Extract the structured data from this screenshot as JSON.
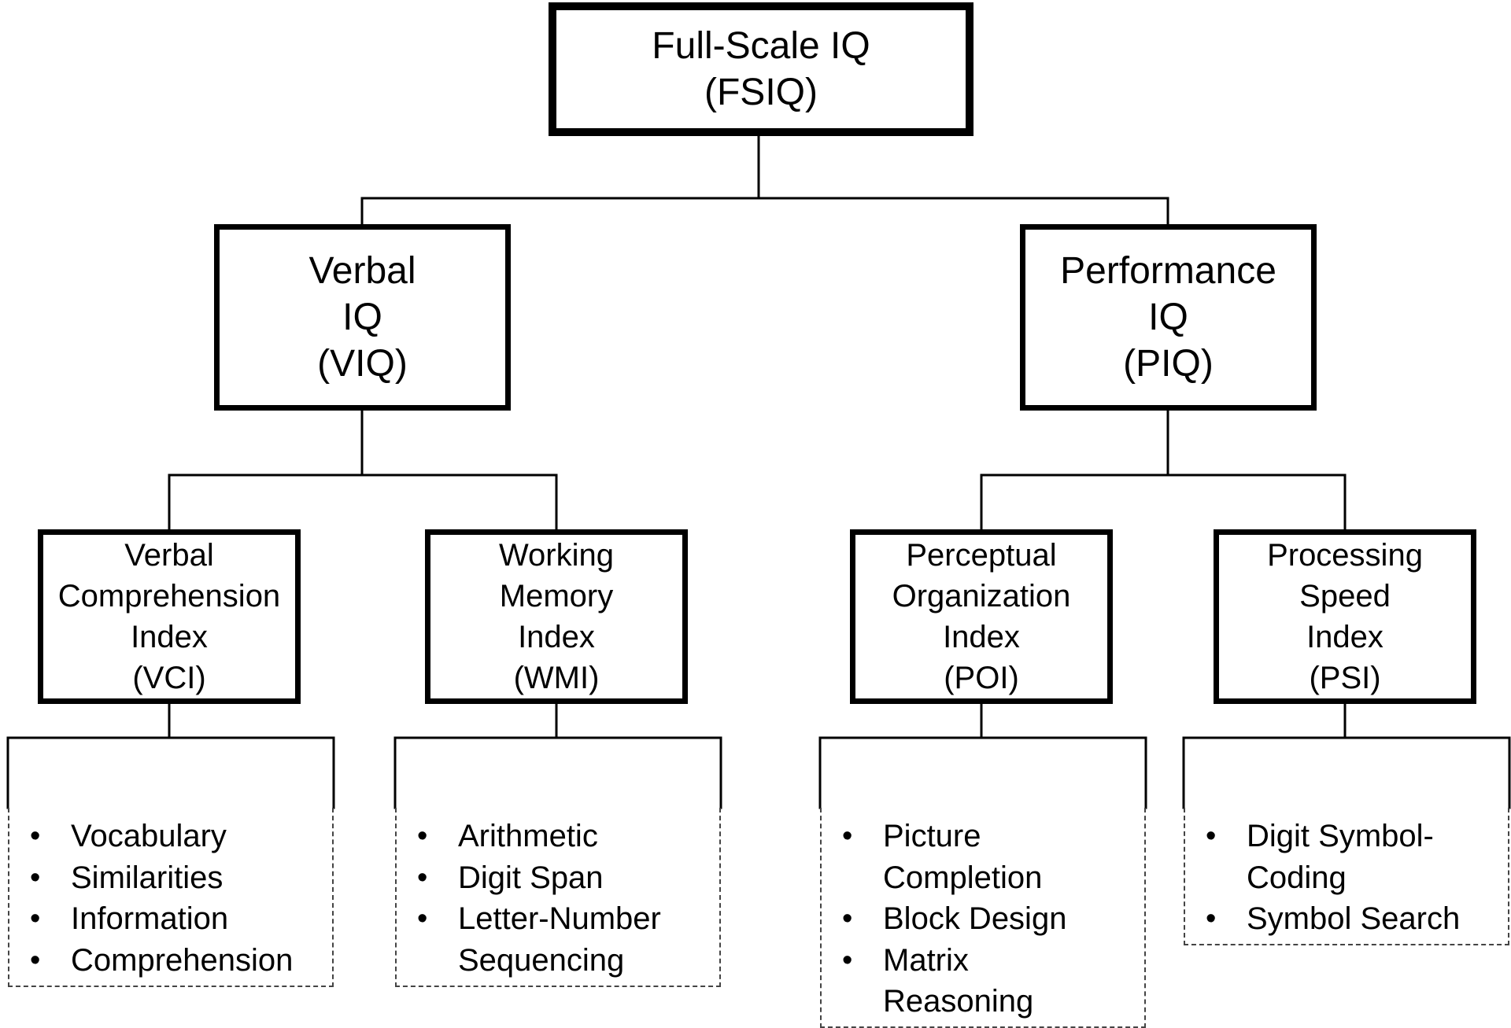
{
  "root": {
    "lines": [
      "Full-Scale IQ",
      "(FSIQ)"
    ]
  },
  "branches": [
    {
      "id": "viq",
      "lines": [
        "Verbal",
        "IQ",
        "(VIQ)"
      ],
      "indexes": [
        {
          "id": "vci",
          "lines": [
            "Verbal",
            "Comprehension",
            "Index",
            "(VCI)"
          ],
          "subtests": [
            [
              "Vocabulary"
            ],
            [
              "Similarities"
            ],
            [
              "Information"
            ],
            [
              "Comprehension"
            ]
          ]
        },
        {
          "id": "wmi",
          "lines": [
            "Working",
            "Memory",
            "Index",
            "(WMI)"
          ],
          "subtests": [
            [
              "Arithmetic"
            ],
            [
              "Digit Span"
            ],
            [
              "Letter-Number",
              "Sequencing"
            ]
          ]
        }
      ]
    },
    {
      "id": "piq",
      "lines": [
        "Performance",
        "IQ",
        "(PIQ)"
      ],
      "indexes": [
        {
          "id": "poi",
          "lines": [
            "Perceptual",
            "Organization",
            "Index",
            "(POI)"
          ],
          "subtests": [
            [
              "Picture",
              "Completion"
            ],
            [
              "Block Design"
            ],
            [
              "Matrix",
              "Reasoning"
            ]
          ]
        },
        {
          "id": "psi",
          "lines": [
            "Processing",
            "Speed",
            "Index",
            "(PSI)"
          ],
          "subtests": [
            [
              "Digit Symbol-",
              "Coding"
            ],
            [
              "Symbol Search"
            ]
          ]
        }
      ]
    }
  ]
}
